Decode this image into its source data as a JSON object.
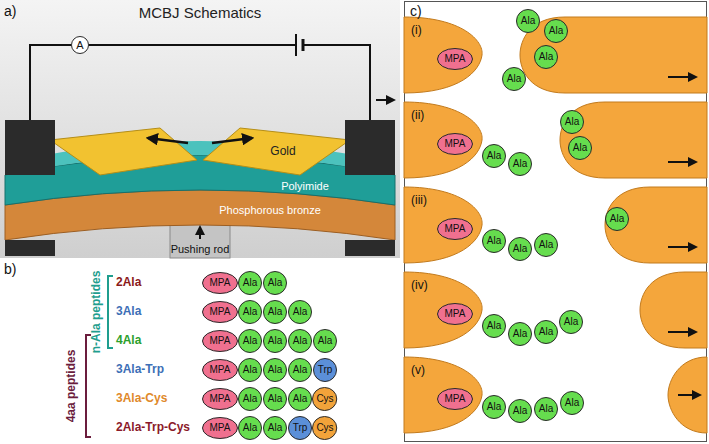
{
  "diagram": {
    "nodes": [
      {
        "text": [
          "A"
        ]
      },
      {
        "text": [
          "MPA"
        ]
      },
      {
        "text": [
          "Ala"
        ]
      },
      {
        "text": [
          "Ala"
        ]
      },
      {
        "text": [
          "MPA"
        ]
      },
      {
        "text": [
          "Ala"
        ]
      },
      {
        "text": [
          "Ala"
        ]
      },
      {
        "text": [
          "Ala"
        ]
      },
      {
        "text": [
          "MPA"
        ]
      },
      {
        "text": [
          "Ala"
        ]
      },
      {
        "text": [
          "Ala"
        ]
      },
      {
        "text": [
          "Ala"
        ]
      },
      {
        "text": [
          "Ala"
        ]
      },
      {
        "text": [
          "MPA"
        ]
      },
      {
        "text": [
          "Ala"
        ]
      },
      {
        "text": [
          "Ala"
        ]
      },
      {
        "text": [
          "Ala"
        ]
      },
      {
        "text": [
          "Trp"
        ]
      },
      {
        "text": [
          "MPA"
        ]
      },
      {
        "text": [
          "Ala"
        ]
      },
      {
        "text": [
          "Ala"
        ]
      },
      {
        "text": [
          "Ala"
        ]
      },
      {
        "text": [
          "Cys"
        ]
      },
      {
        "text": [
          "MPA"
        ]
      },
      {
        "text": [
          "Ala"
        ]
      },
      {
        "text": [
          "Ala"
        ]
      },
      {
        "text": [
          "Trp"
        ]
      },
      {
        "text": [
          "Cys"
        ]
      },
      {
        "text": [
          "MPA"
        ]
      },
      {
        "text": [
          "Ala"
        ]
      },
      {
        "text": [
          "Ala"
        ]
      },
      {
        "text": [
          "Ala"
        ]
      },
      {
        "text": [
          "Ala"
        ]
      },
      {
        "text": [
          "MPA"
        ]
      },
      {
        "text": [
          "Ala"
        ]
      },
      {
        "text": [
          "Ala"
        ]
      },
      {
        "text": [
          "Ala"
        ]
      },
      {
        "text": [
          "Ala"
        ]
      },
      {
        "text": [
          "MPA"
        ]
      },
      {
        "text": [
          "Ala"
        ]
      },
      {
        "text": [
          "Ala"
        ]
      },
      {
        "text": [
          "Ala"
        ]
      },
      {
        "text": [
          "Ala"
        ]
      },
      {
        "text": [
          "MPA"
        ]
      },
      {
        "text": [
          "Ala"
        ]
      },
      {
        "text": [
          "Ala"
        ]
      },
      {
        "text": [
          "Ala"
        ]
      },
      {
        "text": [
          "Ala"
        ]
      },
      {
        "text": [
          "MPA"
        ]
      },
      {
        "text": [
          "Ala"
        ]
      },
      {
        "text": [
          "Ala"
        ]
      },
      {
        "text": [
          "Ala"
        ]
      },
      {
        "text": [
          "Ala"
        ]
      }
    ],
    "labels": [
      "MCBJ Schematics",
      "a)",
      "Gold",
      "Polyimide",
      "Phosphorous bronze",
      "Pushing rod",
      "b)",
      "2Ala",
      "3Ala",
      "4Ala",
      "3Ala-Trp",
      "3Ala-Cys",
      "2Ala-Trp-Cys",
      "n-Ala peptides",
      "4aa peptides",
      "c)",
      "(i)",
      "(ii)",
      "(iii)",
      "(iv)",
      "(v)"
    ]
  }
}
